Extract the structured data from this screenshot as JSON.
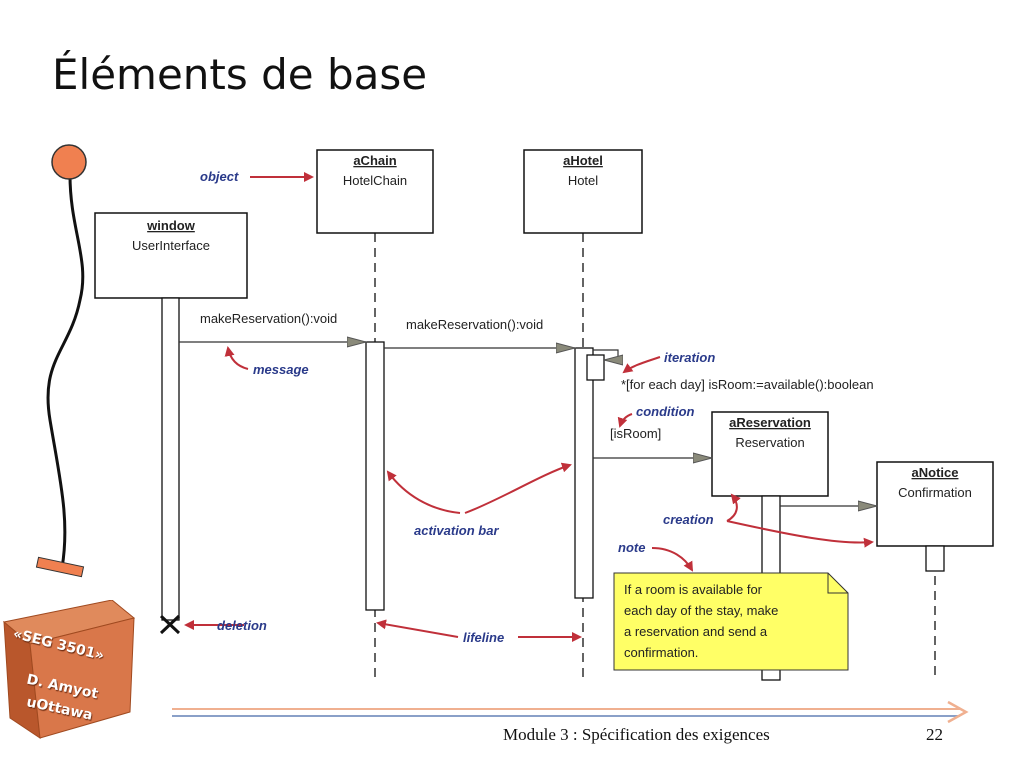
{
  "title": "Éléments de base",
  "objects": [
    {
      "name": "window",
      "class": "UserInterface"
    },
    {
      "name": "aChain",
      "class": "HotelChain"
    },
    {
      "name": "aHotel",
      "class": "Hotel"
    },
    {
      "name": "aReservation",
      "class": "Reservation"
    },
    {
      "name": "aNotice",
      "class": "Confirmation"
    }
  ],
  "messages": {
    "m1": "makeReservation():void",
    "m2": "makeReservation():void",
    "iteration": "*[for each day] isRoom:=available():boolean",
    "condition": "[isRoom]"
  },
  "annotations": {
    "object": "object",
    "message": "message",
    "iteration": "iteration",
    "condition": "condition",
    "activation_bar": "activation bar",
    "creation": "creation",
    "note": "note",
    "deletion": "deletion",
    "lifeline": "lifeline"
  },
  "note_lines": [
    "If a room is available for",
    "each day of the stay, make",
    "a reservation and send a",
    "confirmation."
  ],
  "badge": {
    "course": "«SEG 3501»",
    "author": "D. Amyot",
    "university": "uOttawa"
  },
  "footer": {
    "module": "Module 3 : Spécification des exigences",
    "page": "22"
  },
  "colors": {
    "annotation_arrow": "#c0303a",
    "annotation_text": "#2a3a8a",
    "note_fill": "#ffff66",
    "badge": "#d9774a",
    "knob": "#f08050"
  }
}
